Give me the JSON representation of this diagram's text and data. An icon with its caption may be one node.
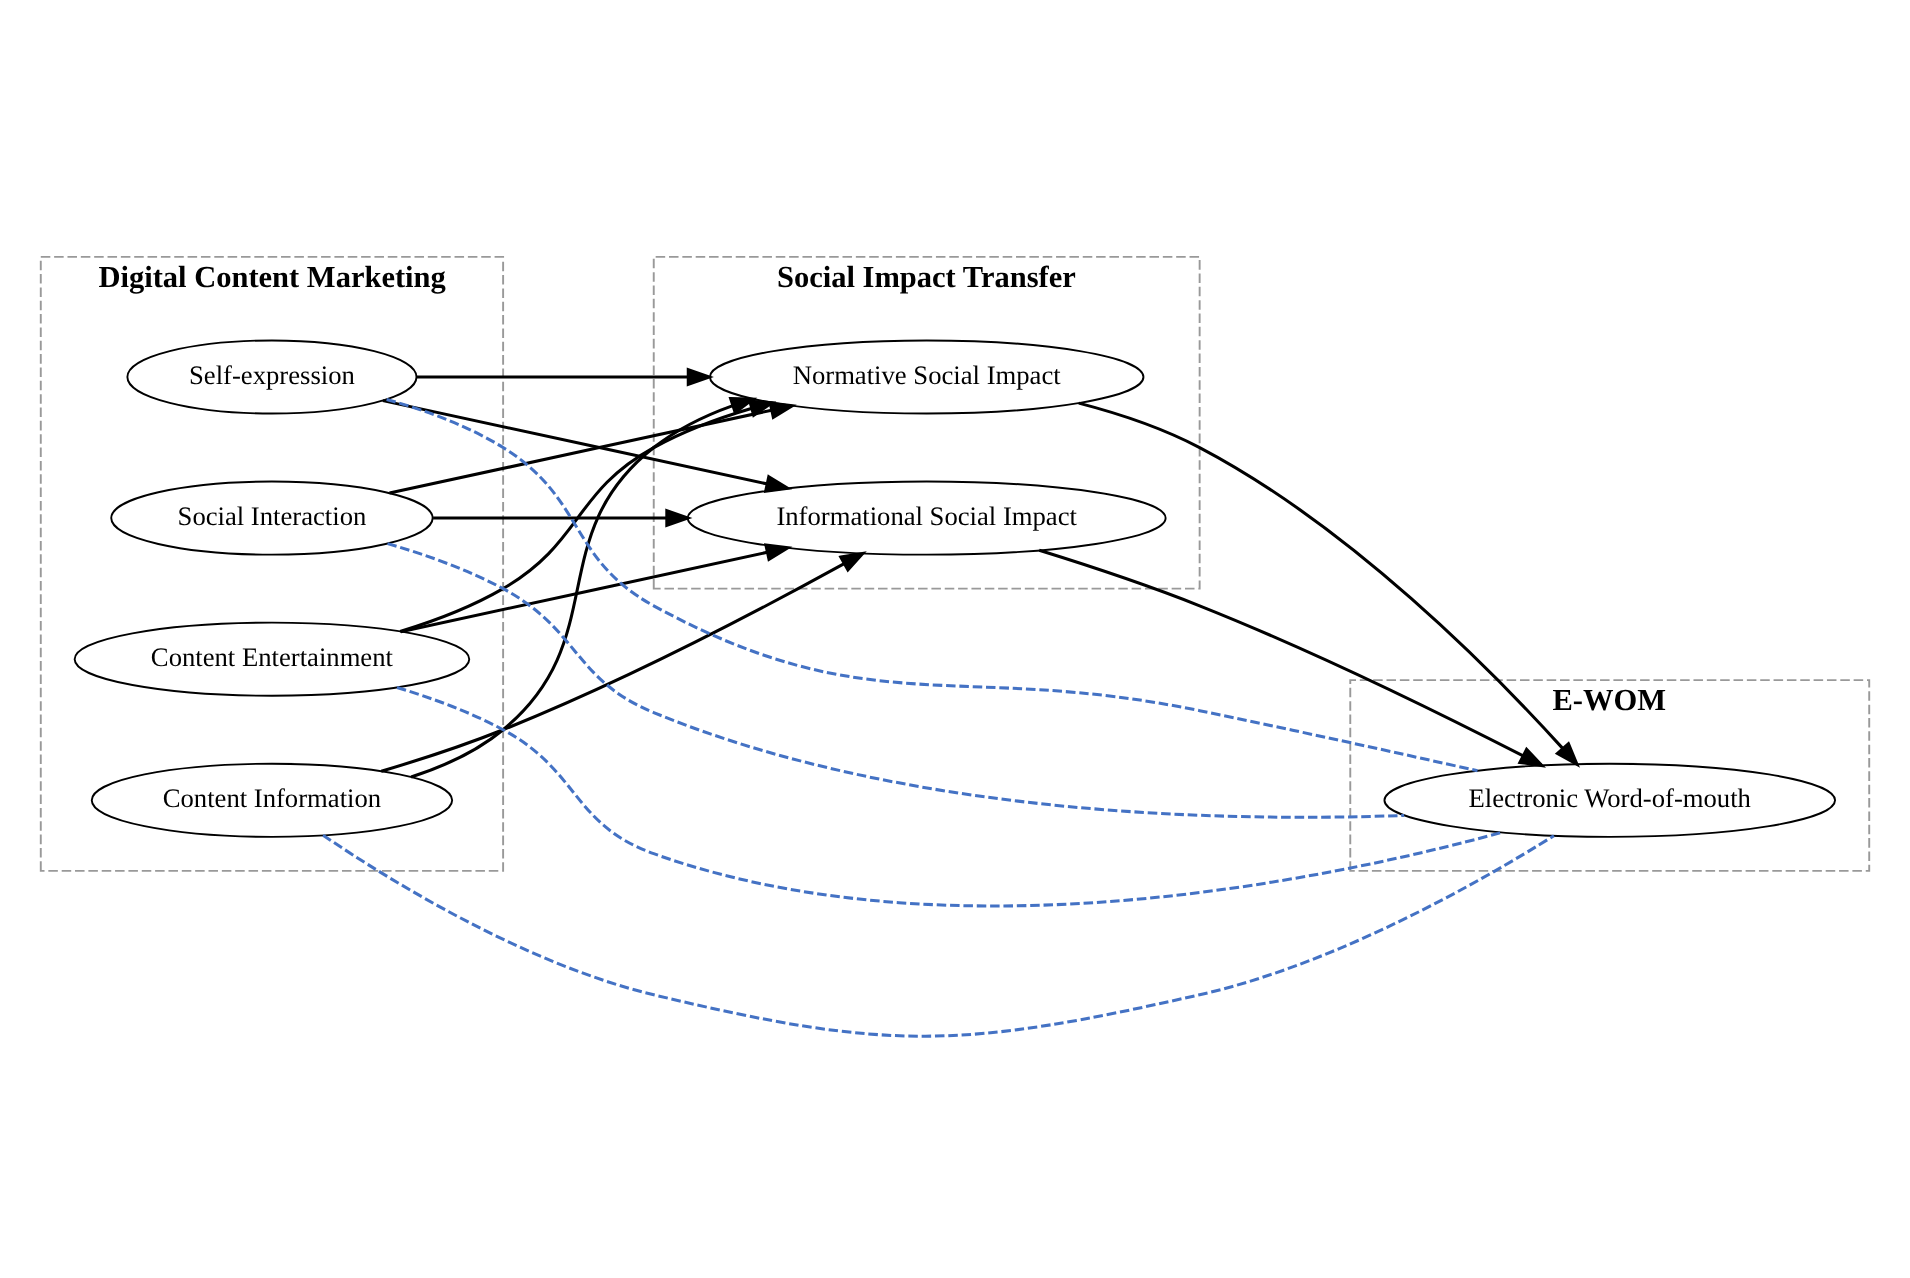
{
  "diagram": {
    "nodes": [
      {
        "text": [
          "Digital Content Marketing"
        ]
      },
      {
        "text": [
          "Content Information"
        ],
        "in": 0
      },
      {
        "text": [
          "Content Entertainment"
        ],
        "in": 0
      },
      {
        "text": [
          "Social Interaction"
        ],
        "in": 0
      },
      {
        "text": [
          "Self-expression"
        ],
        "in": 0
      },
      {
        "text": [
          "Social Impact Transfer"
        ]
      },
      {
        "text": [
          "Normative Social Impact"
        ],
        "in": 5
      },
      {
        "text": [
          "Informational Social Impact"
        ],
        "in": 5
      },
      {
        "text": [
          "E-WOM"
        ]
      },
      {
        "text": [
          "Electronic Word-of-mouth"
        ],
        "in": 8
      }
    ],
    "edges": [
      {
        "from": 1,
        "to": 6,
        "arrow": "to"
      },
      {
        "from": 1,
        "to": 7,
        "arrow": "to"
      },
      {
        "from": 2,
        "to": 6,
        "arrow": "to"
      },
      {
        "from": 2,
        "to": 7,
        "arrow": "to"
      },
      {
        "from": 3,
        "to": 6,
        "arrow": "to"
      },
      {
        "from": 3,
        "to": 7,
        "arrow": "to"
      },
      {
        "from": 4,
        "to": 6,
        "arrow": "to"
      },
      {
        "from": 4,
        "to": 7,
        "arrow": "to"
      },
      {
        "from": 6,
        "to": 9,
        "arrow": "to"
      },
      {
        "from": 7,
        "to": 9,
        "arrow": "to"
      },
      {
        "from": 1,
        "to": 9,
        "arrow": "none",
        "style": "dashed",
        "color": "#4472c4"
      },
      {
        "from": 2,
        "to": 9,
        "arrow": "none",
        "style": "dashed",
        "color": "#4472c4"
      },
      {
        "from": 3,
        "to": 9,
        "arrow": "none",
        "style": "dashed",
        "color": "#4472c4"
      },
      {
        "from": 4,
        "to": 9,
        "arrow": "none",
        "style": "dashed",
        "color": "#4472c4"
      }
    ]
  }
}
